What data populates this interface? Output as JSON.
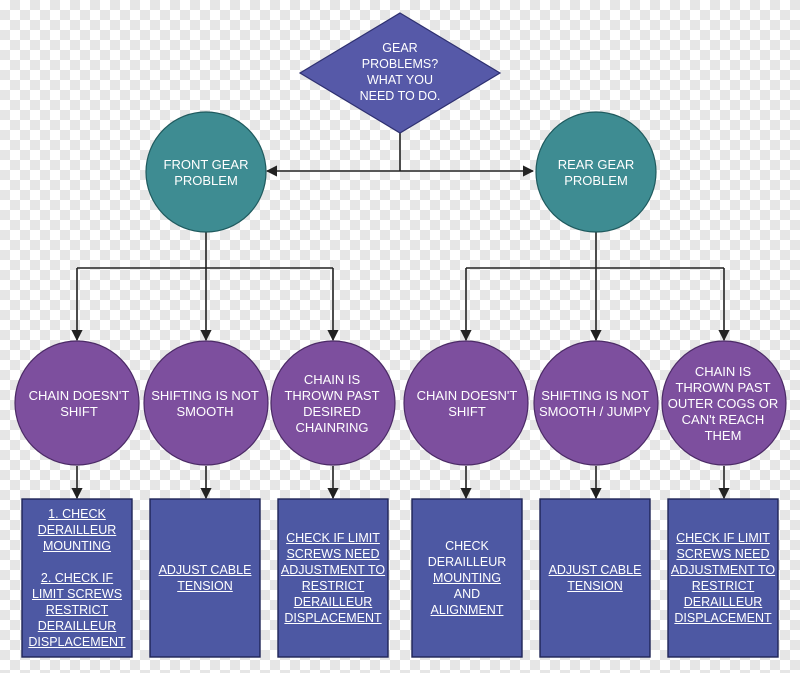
{
  "colors": {
    "diamond": "#5659a8",
    "teal": "#3e8c92",
    "purple": "#7d4f9e",
    "box": "#4d58a3",
    "line": "#222222"
  },
  "root": {
    "label": "GEAR PROBLEMS? WHAT YOU NEED TO DO."
  },
  "categories": [
    {
      "label": "FRONT GEAR PROBLEM"
    },
    {
      "label": "REAR GEAR PROBLEM"
    }
  ],
  "problems": [
    {
      "label": "CHAIN DOESN'T SHIFT"
    },
    {
      "label": "SHIFTING IS NOT SMOOTH"
    },
    {
      "label": "CHAIN IS THROWN PAST DESIRED CHAINRING"
    },
    {
      "label": "CHAIN DOESN'T SHIFT"
    },
    {
      "label": "SHIFTING IS NOT SMOOTH / JUMPY"
    },
    {
      "label": "CHAIN IS THROWN PAST OUTER COGS OR CAN't REACH THEM"
    }
  ],
  "solutions": [
    {
      "lines": [
        {
          "text": "1. CHECK DERAILLEUR MOUNTING",
          "underline": true
        },
        {
          "text": "2. CHECK IF LIMIT SCREWS RESTRICT DERAILLEUR DISPLACEMENT",
          "underline": true
        }
      ]
    },
    {
      "lines": [
        {
          "text": "ADJUST CABLE TENSION",
          "underline": true
        }
      ]
    },
    {
      "lines": [
        {
          "text": "CHECK IF LIMIT SCREWS NEED ADJUSTMENT TO RESTRICT DERAILLEUR DISPLACEMENT",
          "underline": true
        }
      ]
    },
    {
      "lines": [
        {
          "text": "CHECK DERAILLEUR",
          "underline": false
        },
        {
          "text": "MOUNTING",
          "underline": true
        },
        {
          "text": "AND",
          "underline": false
        },
        {
          "text": "ALIGNMENT",
          "underline": true
        }
      ]
    },
    {
      "lines": [
        {
          "text": "ADJUST CABLE TENSION",
          "underline": true
        }
      ]
    },
    {
      "lines": [
        {
          "text": "CHECK IF LIMIT SCREWS NEED ADJUSTMENT TO RESTRICT DERAILLEUR DISPLACEMENT",
          "underline": true
        }
      ]
    }
  ]
}
